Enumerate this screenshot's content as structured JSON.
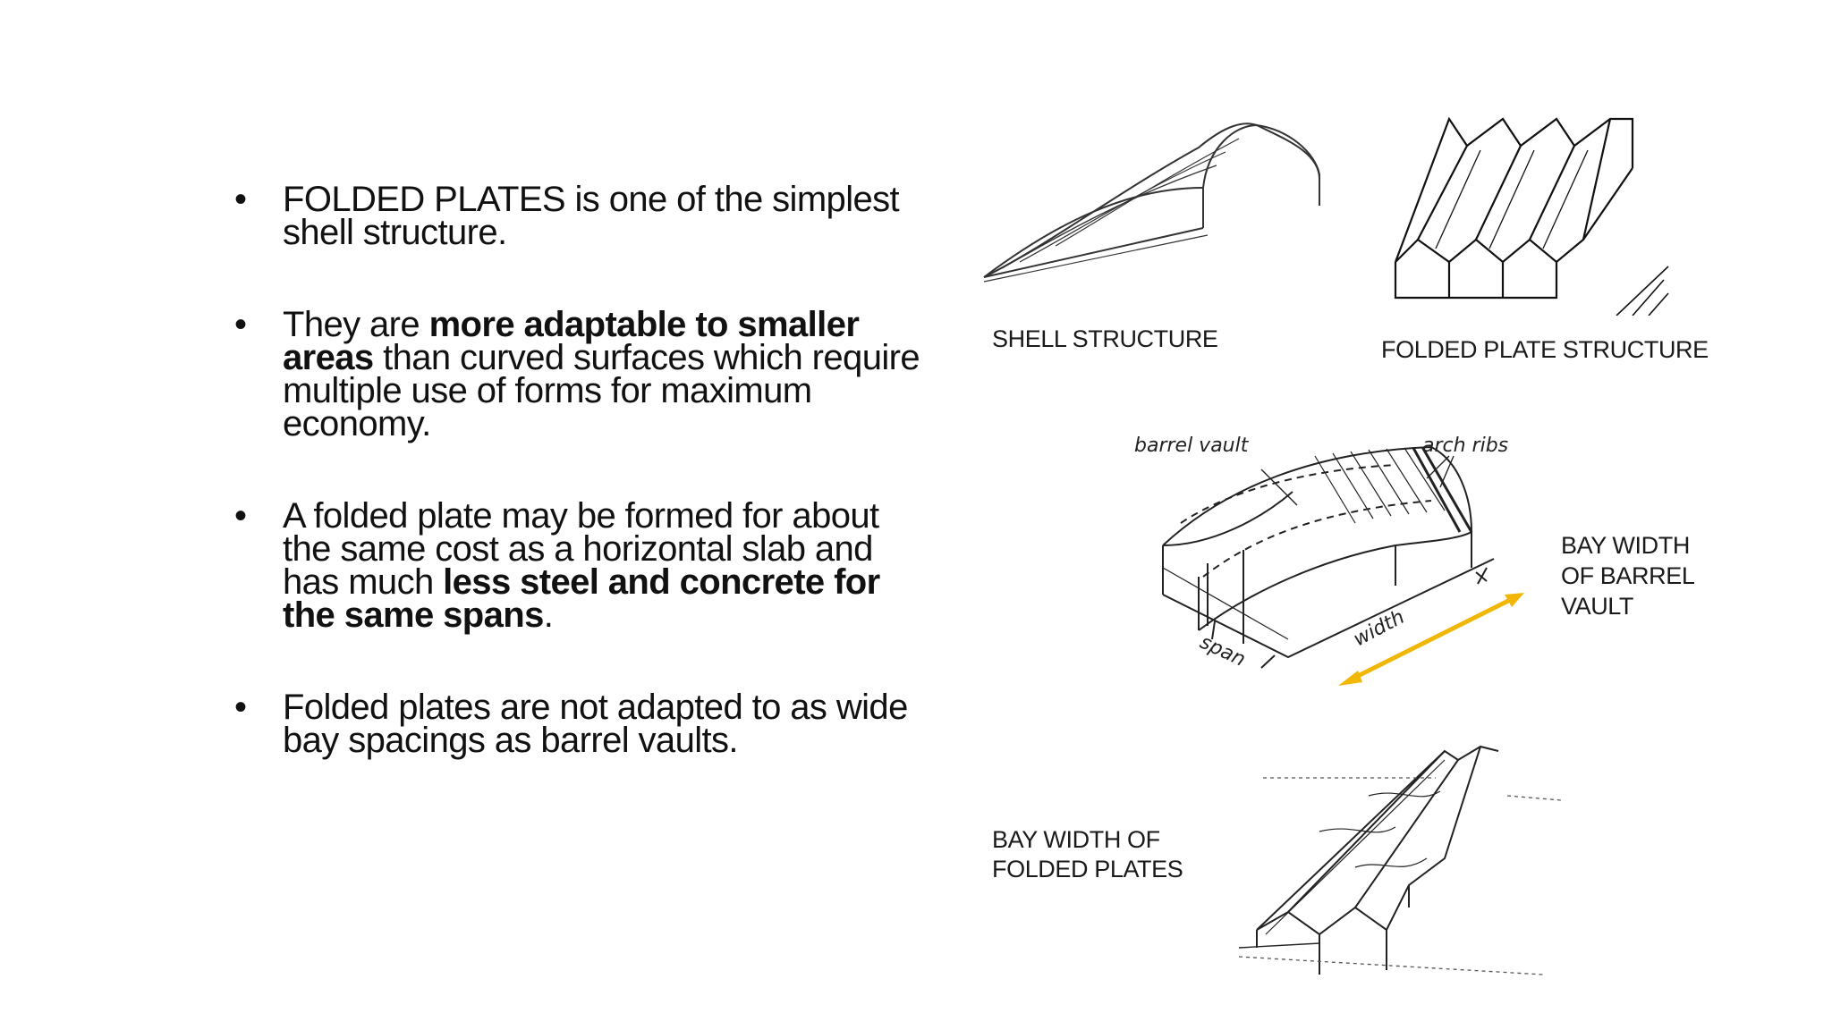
{
  "bullets": [
    {
      "plain": "FOLDED PLATES is one of the simplest shell structure."
    },
    {
      "before": "They are ",
      "bold": "more adaptable to smaller areas",
      "after": " than curved surfaces which require multiple use of forms for maximum economy."
    },
    {
      "before": "A folded plate may be formed for about the same cost as a horizontal slab and has much ",
      "bold": "less steel and concrete for the same spans",
      "after": "."
    },
    {
      "plain": " Folded plates are not adapted to as wide bay spacings as barrel vaults."
    }
  ],
  "bullet_symbol": "•",
  "captions": {
    "shell": "SHELL STRUCTURE",
    "folded": "FOLDED PLATE STRUCTURE",
    "barrel_l1": "BAY WIDTH",
    "barrel_l2": "OF BARREL",
    "barrel_l3": "VAULT",
    "folded_bay_l1": "BAY WIDTH OF",
    "folded_bay_l2": "FOLDED PLATES"
  },
  "sketch_labels": {
    "barrel_vault": "barrel vault",
    "arch_ribs": "arch ribs",
    "width": "width",
    "span": "span"
  },
  "colors": {
    "arrow": "#f2b705",
    "ink": "#222222"
  }
}
